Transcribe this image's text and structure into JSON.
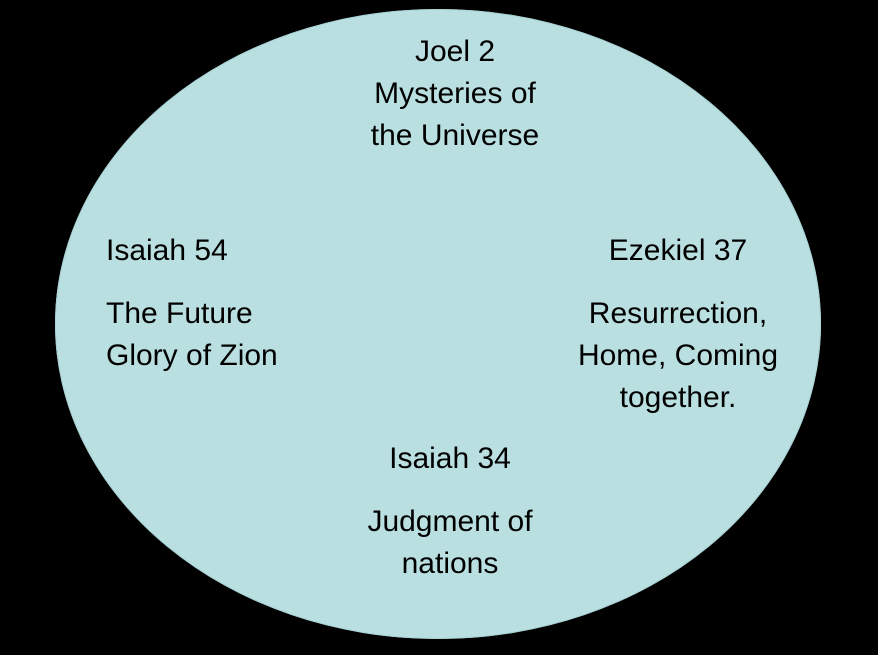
{
  "diagram": {
    "background_color": "#000000",
    "ellipse_color": "#b9dfe1",
    "top": {
      "heading": "Joel 2",
      "lines": [
        "Mysteries of",
        "the Universe"
      ]
    },
    "left": {
      "heading": "Isaiah 54",
      "lines": [
        "The Future",
        "Glory of Zion"
      ]
    },
    "right": {
      "heading": "Ezekiel 37",
      "lines": [
        "Resurrection,",
        "Home, Coming",
        "together."
      ]
    },
    "bottom": {
      "heading": "Isaiah 34",
      "lines": [
        "Judgment of",
        "nations"
      ]
    }
  }
}
